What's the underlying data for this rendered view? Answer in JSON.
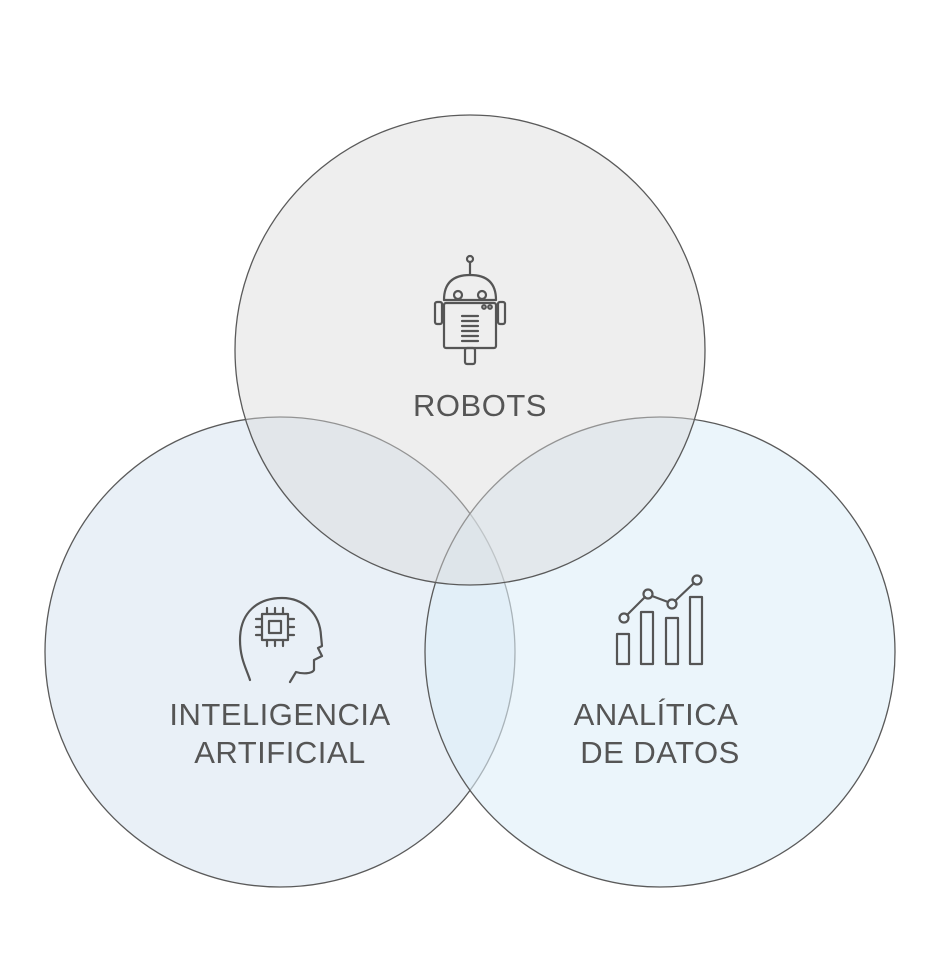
{
  "diagram": {
    "type": "venn-3",
    "colors": {
      "stroke": "#5a5a5a",
      "text": "#555555",
      "robots_fill": "#e8e8e8",
      "ai_fill": "#dde8f3",
      "data_fill": "#e1eff9"
    },
    "sets": [
      {
        "id": "robots",
        "icon": "robot-icon",
        "label_lines": [
          "ROBOTS"
        ]
      },
      {
        "id": "ai",
        "icon": "ai-head-chip-icon",
        "label_lines": [
          "INTELIGENCIA",
          "ARTIFICIAL"
        ]
      },
      {
        "id": "data",
        "icon": "bar-line-chart-icon",
        "label_lines": [
          "ANALÍTICA",
          "DE DATOS"
        ]
      }
    ]
  }
}
